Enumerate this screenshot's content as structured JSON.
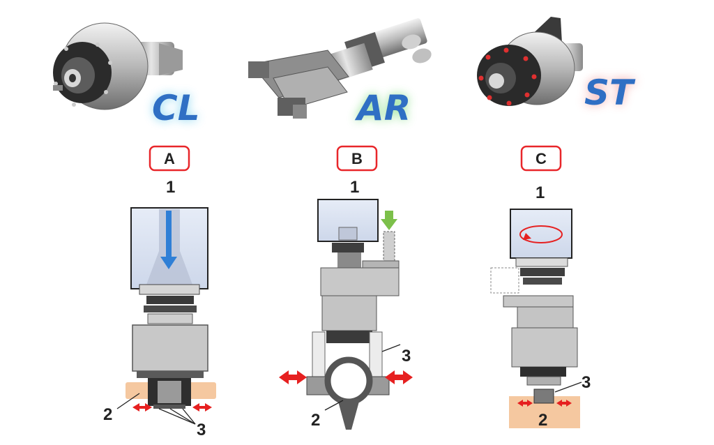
{
  "colors": {
    "label_box_border": "#e8262a",
    "flow_arrow": "#2f7fd6",
    "green_arrow": "#7cc04a",
    "clamp_arrow": "#e62020",
    "workpiece": "#f5c8a0",
    "housing": "#c8c8c8",
    "spindle_fill": "#dbe3f2",
    "brand_text": "#2f6fc4"
  },
  "products": [
    {
      "id": "cl",
      "brand_text": "CL",
      "glow_color": "#7fd2f0",
      "icon": "spindle-clamp-unit-photo"
    },
    {
      "id": "ar",
      "brand_text": "AR",
      "glow_color": "#8be08b",
      "icon": "gripper-arm-unit-photo"
    },
    {
      "id": "st",
      "brand_text": "ST",
      "glow_color": "#f3a4a4",
      "icon": "rotary-spindle-unit-photo"
    }
  ],
  "panels": [
    {
      "id": "A",
      "label": "A",
      "callouts": {
        "spindle": "1",
        "workpiece": "2",
        "jaws": "3"
      }
    },
    {
      "id": "B",
      "label": "B",
      "callouts": {
        "spindle": "1",
        "workpiece": "2",
        "arms": "3"
      }
    },
    {
      "id": "C",
      "label": "C",
      "callouts": {
        "spindle": "1",
        "workpiece": "2",
        "tool": "3"
      }
    }
  ]
}
